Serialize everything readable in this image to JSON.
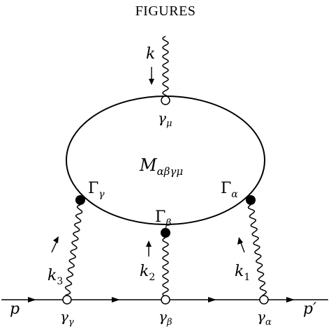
{
  "header": {
    "title": "FIGURES"
  },
  "diagram": {
    "loop_label": {
      "main": "M",
      "sub": "αβγμ"
    },
    "external_photon": {
      "momentum": "k",
      "vertex": {
        "main": "γ",
        "sub": "μ"
      }
    },
    "vertices": {
      "gamma": {
        "main": "Γ",
        "sub": "γ"
      },
      "beta": {
        "main": "Γ",
        "sub": "β"
      },
      "alpha": {
        "main": "Γ",
        "sub": "α"
      }
    },
    "photons": {
      "k3": {
        "main": "k",
        "sub": "3"
      },
      "k2": {
        "main": "k",
        "sub": "2"
      },
      "k1": {
        "main": "k",
        "sub": "1"
      }
    },
    "electron_vertices": {
      "gamma": {
        "main": "γ",
        "sub": "γ"
      },
      "beta": {
        "main": "γ",
        "sub": "β"
      },
      "alpha": {
        "main": "γ",
        "sub": "α"
      }
    },
    "incoming": "p",
    "outgoing": "p′"
  }
}
